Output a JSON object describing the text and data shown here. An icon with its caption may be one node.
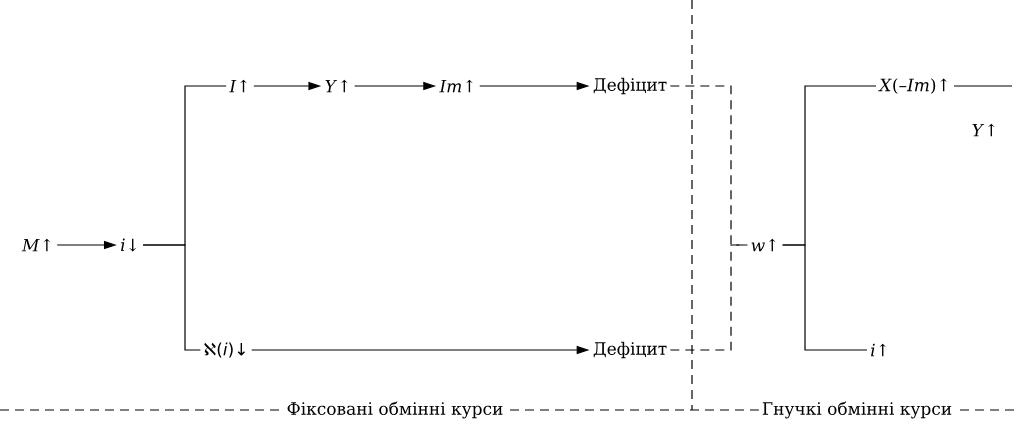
{
  "diagram": {
    "nodes": [
      {
        "text": [
          "*M*↑"
        ]
      },
      {
        "text": [
          "*i*↓"
        ]
      },
      {
        "text": [
          "*I*↑"
        ]
      },
      {
        "text": [
          "*Y*↑"
        ]
      },
      {
        "text": [
          "*Im*↑"
        ]
      },
      {
        "text": [
          "Дефіцит"
        ]
      },
      {
        "text": [
          "ℵ(*i*)↓"
        ]
      },
      {
        "text": [
          "Дефіцит"
        ]
      },
      {
        "text": [
          "*w*↑"
        ]
      },
      {
        "text": [
          "*X*(–*Im*)↑"
        ]
      },
      {
        "text": [
          "*i*↑"
        ]
      }
    ],
    "edges": [
      {
        "from": 0,
        "to": 1,
        "arrow": "to"
      },
      {
        "from": 1,
        "to": 2,
        "arrow": "none"
      },
      {
        "from": 1,
        "to": 6,
        "arrow": "none"
      },
      {
        "from": 2,
        "to": 3,
        "arrow": "to"
      },
      {
        "from": 3,
        "to": 4,
        "arrow": "to"
      },
      {
        "from": 4,
        "to": 5,
        "arrow": "to"
      },
      {
        "from": 6,
        "to": 7,
        "arrow": "to"
      },
      {
        "from": 5,
        "to": 8,
        "arrow": "none",
        "style": "dashed"
      },
      {
        "from": 7,
        "to": 8,
        "arrow": "none",
        "style": "dashed"
      },
      {
        "from": 8,
        "to": 9,
        "arrow": "none"
      },
      {
        "from": 8,
        "to": 10,
        "arrow": "none"
      },
      {
        "from": 9,
        "to": null,
        "arrow": "none"
      }
    ],
    "labels": [
      "*Y*↑",
      "Фіксовані обмінні курси",
      "Гнучкі обмінні курси"
    ]
  }
}
